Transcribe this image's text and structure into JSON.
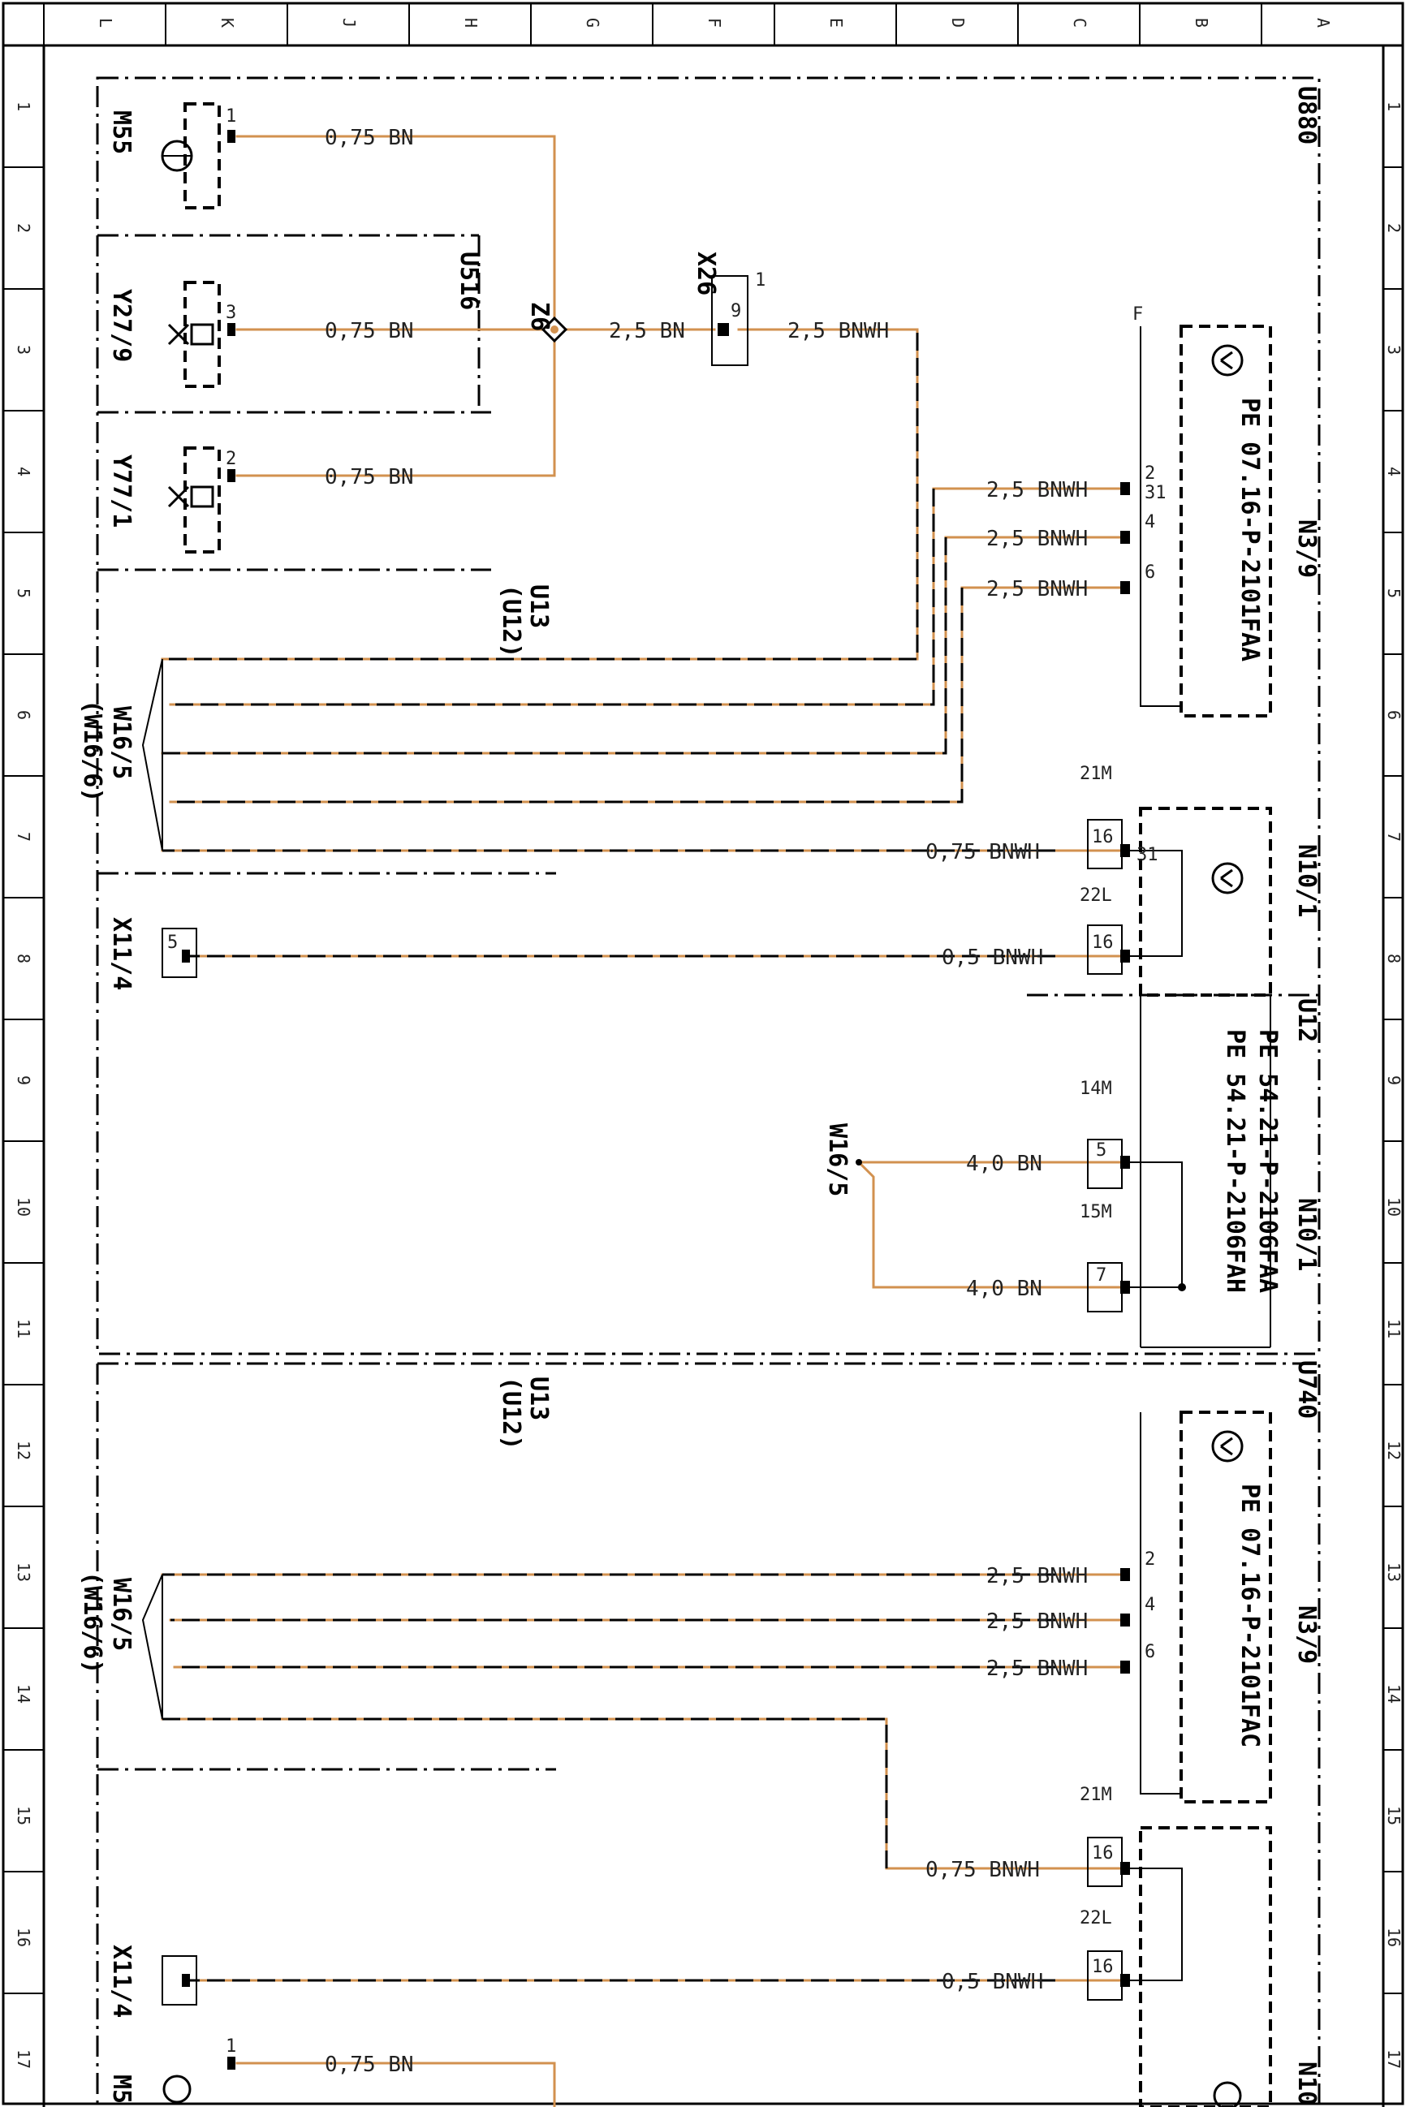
{
  "colors": {
    "wire_bn": "#d2914f",
    "wire_bnwh": "#d2914f",
    "line": "#000000"
  },
  "frame": {
    "col_letters": [
      "L",
      "K",
      "J",
      "H",
      "G",
      "F",
      "E",
      "D",
      "C",
      "B",
      "A"
    ],
    "row_numbers": [
      "1",
      "2",
      "3",
      "4",
      "5",
      "6",
      "7",
      "8",
      "9",
      "10",
      "11",
      "12",
      "13",
      "14",
      "15",
      "16",
      "17"
    ]
  },
  "zones": {
    "u880": "U880",
    "u516": "U516",
    "u13_a": "U13",
    "u12_a": "(U12)",
    "u13_b": "U13",
    "u12_b": "(U12)",
    "u12_c": "U12",
    "u740": "U740"
  },
  "components": {
    "m55": "M55",
    "y27": "Y27/9",
    "y77": "Y77/1",
    "z6": "Z6",
    "x26": "X26",
    "n3_9_a": "N3/9",
    "n3_9_b": "N3/9",
    "n10_1_a": "N10/1",
    "n10_1_b": "N10/1",
    "n10_1_c": "N10",
    "x11_4_a": "X11/4",
    "x11_4_b": "X11/4",
    "w16_a": "W16/5",
    "w16_a_alt": "(W16/6)",
    "w16_b": "W16/5",
    "w16_b_alt": "(W16/6)",
    "w16_c": "W16/5",
    "m5_partial": "M5",
    "ref_n3_a": "PE 07.16-P-2101FAA",
    "ref_n3_b": "PE 07.16-P-2101FAC",
    "ref_n10_1": "PE 54.21-P-2106FAA",
    "ref_n10_2": "PE 54.21-P-2106FAH"
  },
  "wires": {
    "m55": "0,75 BN",
    "y27": "0,75 BN",
    "y77": "0,75 BN",
    "z6_x26": "2,5 BN",
    "x26_out": "2,5 BNWH",
    "n3a_2": "2,5 BNWH",
    "n3a_4": "2,5 BNWH",
    "n3a_6": "2,5 BNWH",
    "n10a_16": "0,75 BNWH",
    "x11a": "0,5 BNWH",
    "n10b_5": "4,0 BN",
    "n10b_7": "4,0 BN",
    "n3b_2": "2,5 BNWH",
    "n3b_4": "2,5 BNWH",
    "n3b_6": "2,5 BNWH",
    "n10c_16": "0,75 BNWH",
    "x11b": "0,5 BNWH",
    "m5_bottom": "0,75 BN"
  },
  "pins": {
    "m55": "1",
    "y27": "3",
    "y77": "2",
    "x26_top": "1",
    "x26": "9",
    "n3a": [
      "2",
      "4",
      "6"
    ],
    "n3a_t": "31",
    "n10a_a": "16",
    "n10a_b": "16",
    "n10a_t": "31",
    "conn_21m": "21M",
    "conn_22l": "22L",
    "conn_14m": "14M",
    "conn_15m": "15M",
    "n10b_a": "5",
    "n10b_b": "7",
    "x11": "5",
    "n3b": [
      "2",
      "4",
      "6"
    ],
    "n10c_a": "16",
    "n10c_b": "16",
    "conn_21m_b": "21M",
    "conn_22l_b": "22L",
    "m5": "1",
    "corner_f": "F"
  }
}
